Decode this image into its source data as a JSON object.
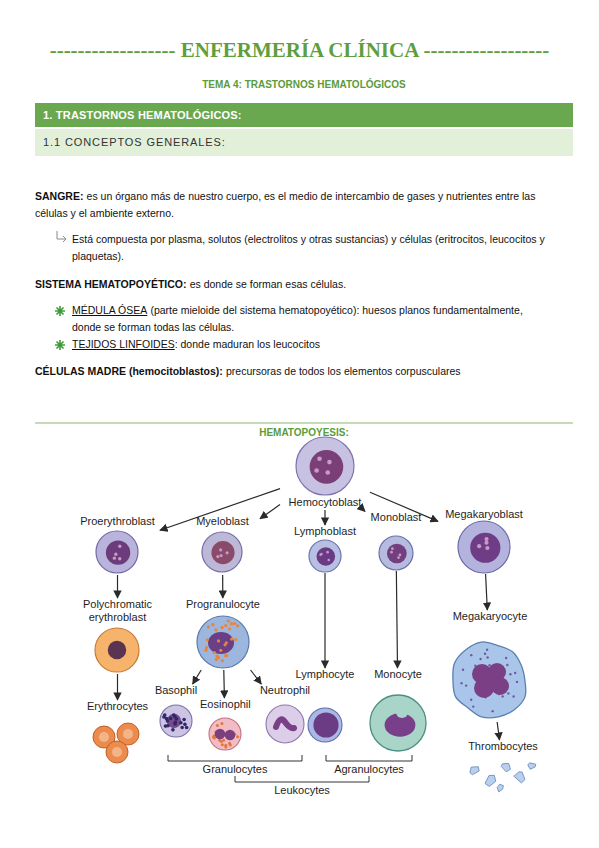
{
  "diagram": {
    "title": "------------------ ENFERMERÍA CLÍNICA ------------------",
    "nodes": [
      {
        "text": [
          "1. TRASTORNOS HEMATOLÓGICOS:"
        ]
      },
      {
        "text": [
          "1.1 CONCEPTOS GENERALES:"
        ]
      },
      {
        "text": [
          "Hemocytoblast"
        ]
      },
      {
        "text": [
          "Proerythroblast"
        ]
      },
      {
        "text": [
          "Myeloblast"
        ]
      },
      {
        "text": [
          "Lymphoblast"
        ]
      },
      {
        "text": [
          "Monoblast"
        ]
      },
      {
        "text": [
          "Megakaryoblast"
        ]
      },
      {
        "text": [
          "Polychromatic erythroblast"
        ]
      },
      {
        "text": [
          "Progranulocyte"
        ]
      },
      {
        "text": [
          "Basophil"
        ]
      },
      {
        "text": [
          "Eosinophil"
        ]
      },
      {
        "text": [
          "Neutrophil"
        ]
      },
      {
        "text": [
          "Lymphocyte"
        ]
      },
      {
        "text": [
          "Monocyte"
        ]
      },
      {
        "text": [
          "Megakaryocyte"
        ]
      },
      {
        "text": [
          "Erythrocytes"
        ]
      },
      {
        "text": [
          "Thrombocytes"
        ]
      }
    ],
    "edges": [
      {
        "from": 2,
        "to": 3,
        "arrow": "to"
      },
      {
        "from": 2,
        "to": 4,
        "arrow": "to"
      },
      {
        "from": 2,
        "to": 5,
        "arrow": "to"
      },
      {
        "from": 2,
        "to": 6,
        "arrow": "to"
      },
      {
        "from": 2,
        "to": 7,
        "arrow": "to"
      },
      {
        "from": 3,
        "to": 8,
        "arrow": "to"
      },
      {
        "from": 8,
        "to": 16,
        "arrow": "to"
      },
      {
        "from": 4,
        "to": 9,
        "arrow": "to"
      },
      {
        "from": 9,
        "to": 10,
        "arrow": "to"
      },
      {
        "from": 9,
        "to": 11,
        "arrow": "to"
      },
      {
        "from": 9,
        "to": 12,
        "arrow": "to"
      },
      {
        "from": 5,
        "to": 13,
        "arrow": "to"
      },
      {
        "from": 6,
        "to": 14,
        "arrow": "to"
      },
      {
        "from": 7,
        "to": 15,
        "arrow": "to"
      },
      {
        "from": 15,
        "to": 17,
        "arrow": "to"
      }
    ],
    "labels": [
      "TEMA 4: TRASTORNOS HEMATOLÓGICOS",
      "SANGRE:",
      "es un órgano más de nuestro cuerpo, es el medio de intercambio de gases y nutrientes entre las células y el ambiente externo.",
      "Está compuesta por plasma, solutos (electrolitos y otras sustancias) y células (eritrocitos, leucocitos y plaquetas).",
      "SISTEMA HEMATOPOYÉTICO:",
      "es donde se forman esas células.",
      "MÉDULA ÓSEA",
      "(parte mieloide del sistema hematopoyético): huesos planos fundamentalmente, donde se forman todas las células.",
      "TEJIDOS LINFOIDES",
      ": donde maduran los leucocitos",
      "CÉLULAS MADRE (hemocitoblastos):",
      "precursoras de todos los elementos corpusculares",
      "HEMATOPOYESIS:",
      "Granulocytes",
      "Agranulocytes",
      "Leukocytes"
    ]
  }
}
